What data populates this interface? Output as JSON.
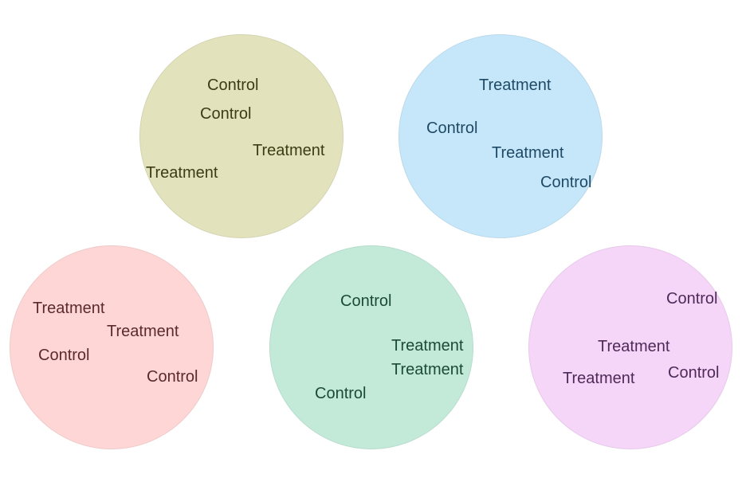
{
  "clusters": [
    {
      "fill": "#e2e2bd",
      "text_color": "#3d3d14",
      "labels": [
        "Control",
        "Control",
        "Treatment",
        "Treatment"
      ]
    },
    {
      "fill": "#c6e7fa",
      "text_color": "#1f4a66",
      "labels": [
        "Treatment",
        "Control",
        "Treatment",
        "Control"
      ]
    },
    {
      "fill": "#fed6d6",
      "text_color": "#5c2a2a",
      "labels": [
        "Treatment",
        "Treatment",
        "Control",
        "Control"
      ]
    },
    {
      "fill": "#c3ead8",
      "text_color": "#1b4a36",
      "labels": [
        "Control",
        "Treatment",
        "Treatment",
        "Control"
      ]
    },
    {
      "fill": "#f5d6f8",
      "text_color": "#4f2a58",
      "labels": [
        "Control",
        "Treatment",
        "Control",
        "Treatment"
      ]
    }
  ]
}
